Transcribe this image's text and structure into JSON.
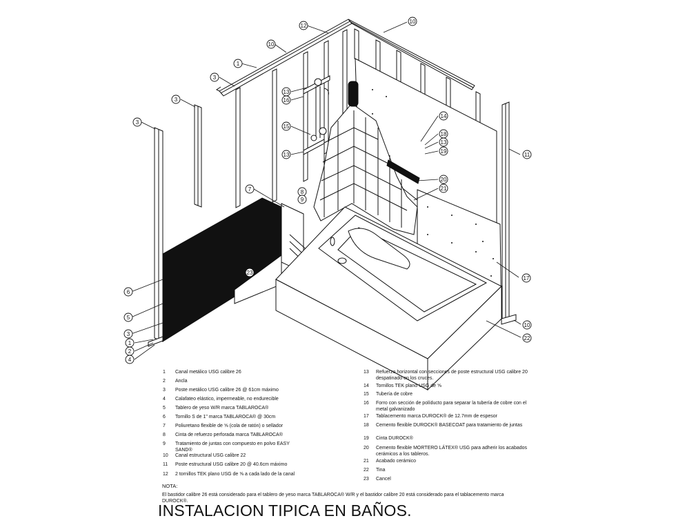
{
  "callouts": [
    "1",
    "2",
    "3",
    "4",
    "5",
    "6",
    "7",
    "8",
    "9",
    "10",
    "11",
    "12",
    "13",
    "14",
    "15",
    "16",
    "17",
    "18",
    "19",
    "20",
    "21",
    "22",
    "23"
  ],
  "legend_left": [
    {
      "num": "1",
      "text": "Canal metálico USG calibre 26"
    },
    {
      "num": "2",
      "text": "Ancla"
    },
    {
      "num": "3",
      "text": "Poste metálico USG calibre 26 @ 61cm máximo"
    },
    {
      "num": "4",
      "text": "Calafateo elástico, impermeable, no endurecible"
    },
    {
      "num": "5",
      "text": "Tablero de yeso W/R marca TABLAROCA®"
    },
    {
      "num": "6",
      "text": "Tornillo S de 1\" marca TABLAROCA® @ 30cm"
    },
    {
      "num": "7",
      "text": "Poliuretano flexible de [tek] (cola de ratón) o sellador"
    },
    {
      "num": "8",
      "text": "Cinta de refuerzo perforada marca TABLAROCA®"
    },
    {
      "num": "9",
      "text": "Tratamiento de juntas con compuesto en polvo EASY SAND®"
    },
    {
      "num": "10",
      "text": "Canal estructural USG calibre 22"
    },
    {
      "num": "11",
      "text": "Poste estructural USG calibre 20 @ 40.6cm máximo"
    },
    {
      "num": "12",
      "text": "2 tornillos TEK plano USG de [tek] a cada lado de la canal"
    }
  ],
  "legend_right": [
    {
      "num": "13",
      "text": "Refuerzo horizontal con secciones de poste estructural USG calibre 20 despatinado en los cruces."
    },
    {
      "num": "14",
      "text": "Tornillos TEK plano USG de [tek]"
    },
    {
      "num": "15",
      "text": "Tubería de cobre"
    },
    {
      "num": "16",
      "text": "Forro con sección de políducto para separar la tubería de cobre con el metal galvanizado"
    },
    {
      "num": "17",
      "text": "Tablacemento marca DUROCK® de 12.7mm de espesor"
    },
    {
      "num": "18",
      "text": "Cemento flexible DUROCK® BASECOAT para tratamiento de juntas"
    },
    {
      "num": "19",
      "text": "Cinta DUROCK®"
    },
    {
      "num": "20",
      "text": "Cemento flexible MORTERO LÁTEX® USG para adherir los acabados cerámicos a los tableros."
    },
    {
      "num": "21",
      "text": "Acabado cerámico"
    },
    {
      "num": "22",
      "text": "Tina"
    },
    {
      "num": "23",
      "text": "Cancel"
    }
  ],
  "note_label": "NOTA:",
  "note_text": "El bastidor calibre 26 está considerado para el tablero de yeso marca TABLAROCA® W/R y el bastidor calibre 20 está considerado para el tablacemento marca DUROCK®.",
  "title": "INSTALACION TIPICA EN BAÑOS."
}
